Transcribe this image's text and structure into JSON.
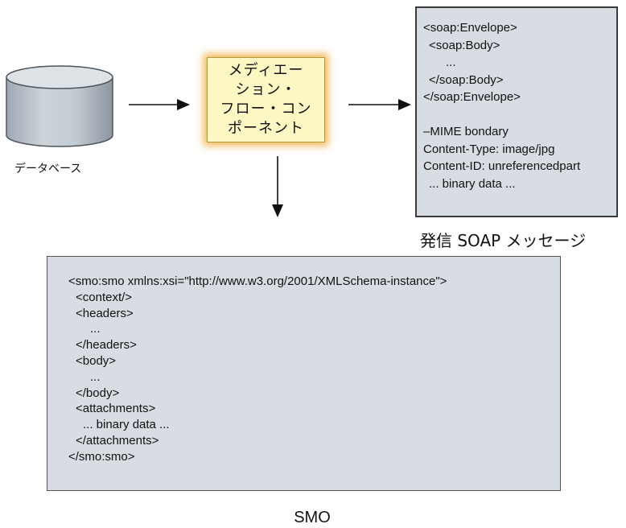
{
  "database": {
    "label": "データベース"
  },
  "mediation": {
    "lines": [
      "メディエー",
      "ション・",
      "フロー・コン",
      "ポーネント"
    ]
  },
  "soap_message": {
    "lines": [
      {
        "indent": 0,
        "text": "<soap:Envelope>"
      },
      {
        "indent": 1,
        "text": "<soap:Body>"
      },
      {
        "indent": 4,
        "text": "..."
      },
      {
        "indent": 1,
        "text": "</soap:Body>"
      },
      {
        "indent": 0,
        "text": "</soap:Envelope>"
      },
      {
        "indent": 0,
        "text": ""
      },
      {
        "indent": 0,
        "text": "–MIME bondary"
      },
      {
        "indent": 0,
        "text": "Content-Type: image/jpg"
      },
      {
        "indent": 0,
        "text": "Content-ID: unreferencedpart"
      },
      {
        "indent": 1,
        "text": "... binary data ..."
      }
    ],
    "caption": "発信 SOAP メッセージ"
  },
  "smo": {
    "lines": [
      {
        "indent": 0,
        "text": "<smo:smo xmlns:xsi=\"http://www.w3.org/2001/XMLSchema-instance\">"
      },
      {
        "indent": 1,
        "text": "<context/>"
      },
      {
        "indent": 1,
        "text": "<headers>"
      },
      {
        "indent": 3,
        "text": "..."
      },
      {
        "indent": 1,
        "text": "</headers>"
      },
      {
        "indent": 1,
        "text": "<body>"
      },
      {
        "indent": 3,
        "text": "..."
      },
      {
        "indent": 1,
        "text": "</body>"
      },
      {
        "indent": 1,
        "text": "<attachments>"
      },
      {
        "indent": 2,
        "text": "... binary data ..."
      },
      {
        "indent": 1,
        "text": "</attachments>"
      },
      {
        "indent": 0,
        "text": "</smo:smo>"
      }
    ],
    "caption": "SMO"
  }
}
